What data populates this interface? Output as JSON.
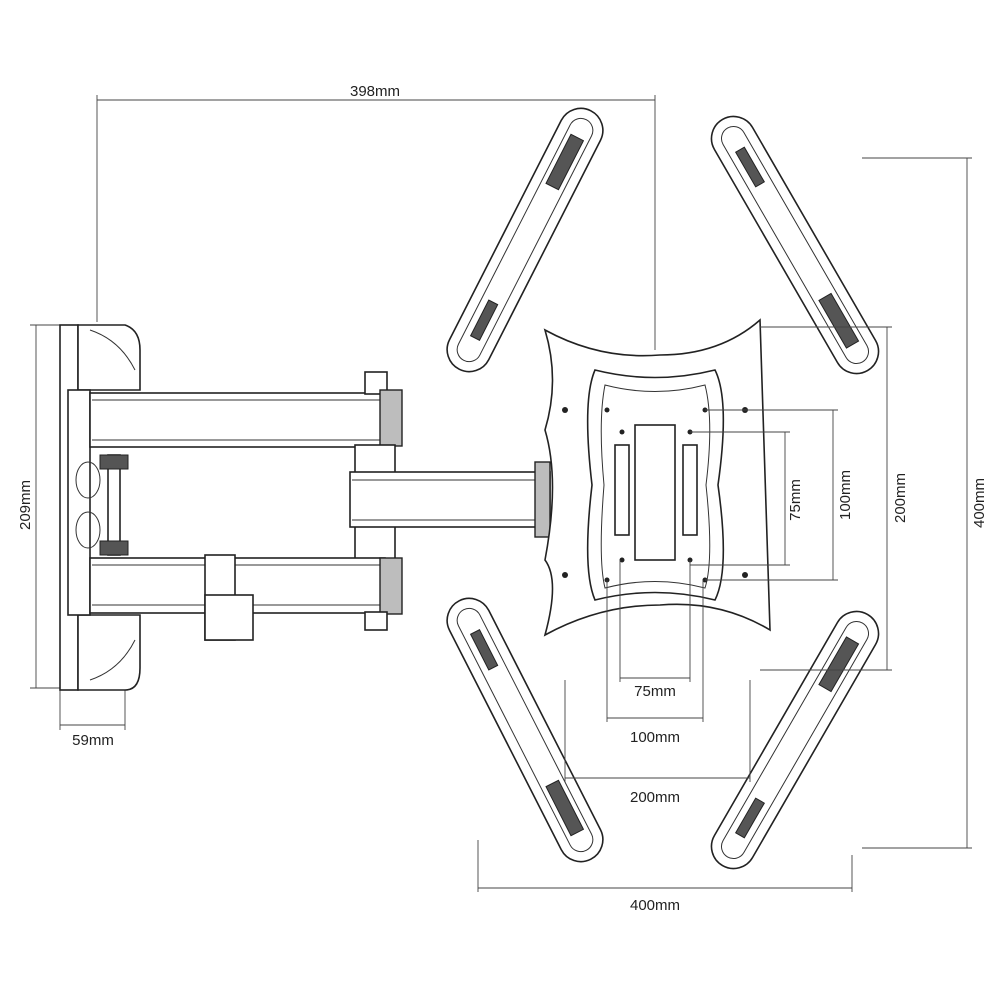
{
  "dimensions": {
    "overall_depth": "398mm",
    "wall_plate_height": "209mm",
    "wall_plate_width": "59mm",
    "vesa_v_75": "75mm",
    "vesa_v_100": "100mm",
    "vesa_v_200": "200mm",
    "vesa_v_400": "400mm",
    "vesa_h_75": "75mm",
    "vesa_h_100": "100mm",
    "vesa_h_200": "200mm",
    "vesa_h_400": "400mm"
  }
}
